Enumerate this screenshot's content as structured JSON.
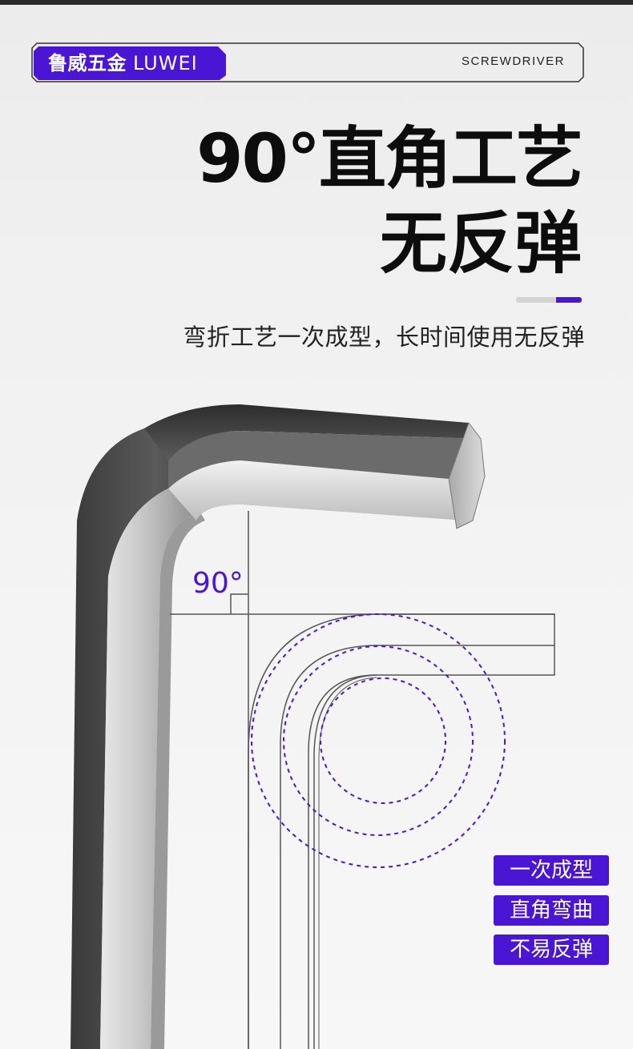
{
  "header": {
    "brand_cn": "鲁威五金",
    "brand_latin": "LUWEI",
    "category": "SCREWDRIVER"
  },
  "headline": {
    "line1": "90°直角工艺",
    "line2": "无反弹"
  },
  "subtitle": "弯折工艺一次成型，长时间使用无反弹",
  "diagram": {
    "angle_label": "90°"
  },
  "tags": [
    "一次成型",
    "直角弯曲",
    "不易反弹"
  ],
  "colors": {
    "accent": "#4a16d3",
    "text": "#0d0d0d",
    "background": "#f0f0f0"
  },
  "icons": [
    "hex-key-wrench-image"
  ]
}
